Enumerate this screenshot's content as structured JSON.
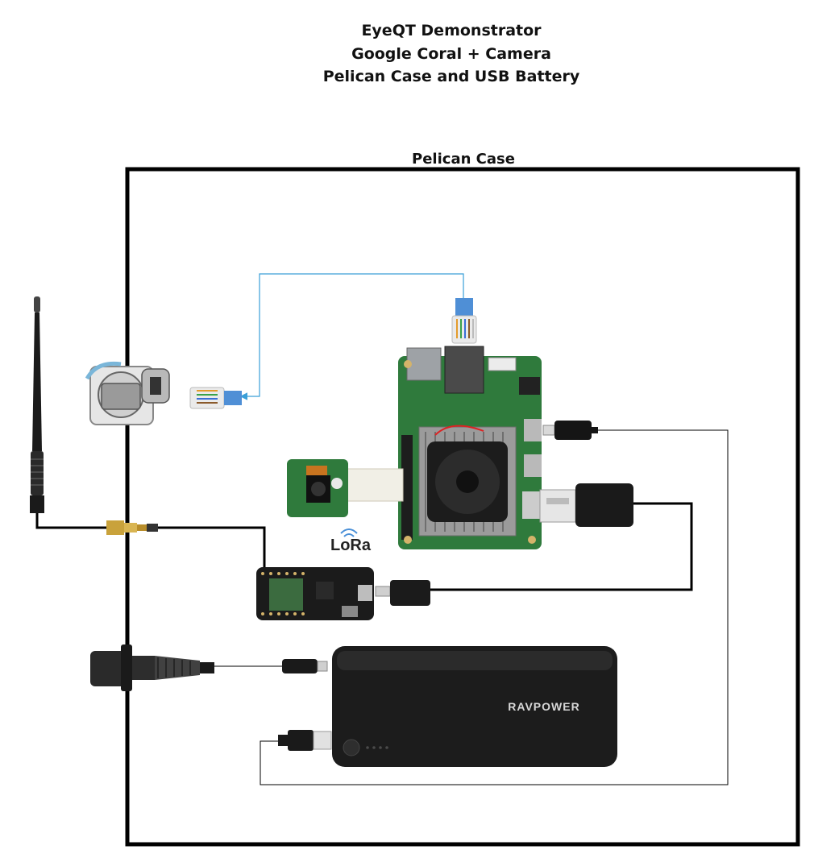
{
  "title": {
    "line1": "EyeQT Demonstrator",
    "line2": "Google Coral + Camera",
    "line3": "Pelican Case and USB Battery"
  },
  "case_label": "Pelican Case",
  "lora_logo": "LoRa",
  "battery_brand": "RAVPOWER",
  "colors": {
    "case_border": "#000000",
    "ethernet_cable": "#3a9fd8",
    "board_green": "#2f7a3c",
    "battery_body": "#1c1c1c",
    "wire": "#000000"
  },
  "icons": [
    "antenna-icon",
    "ethernet-bulkhead-icon",
    "rj45-plug-icon",
    "sma-connector-icon",
    "coral-board-icon",
    "camera-module-icon",
    "lora-board-icon",
    "usb-a-plug-icon",
    "usb-c-plug-icon",
    "micro-usb-plug-icon",
    "usb-battery-icon",
    "cable-gland-icon"
  ]
}
